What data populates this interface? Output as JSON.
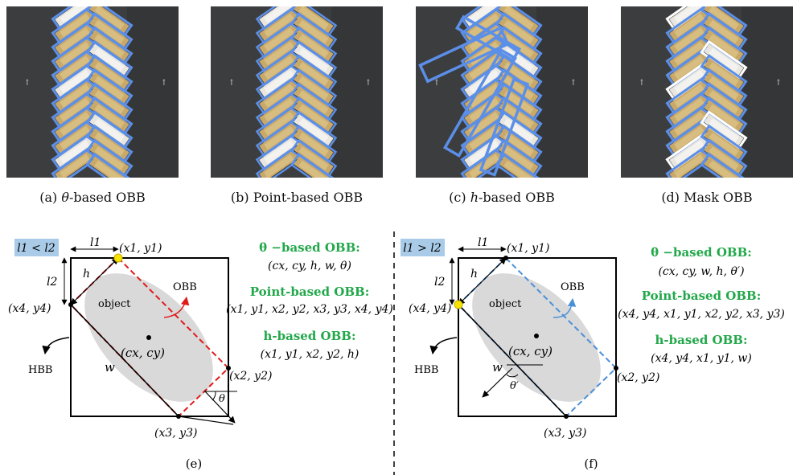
{
  "captions": {
    "a_prefix": "(a) ",
    "a_var": "θ",
    "a_rest": "-based OBB",
    "b": "(b) Point-based OBB",
    "c_prefix": "(c) ",
    "c_var": "h",
    "c_rest": "-based OBB",
    "d": "(d) Mask OBB",
    "e": "(e)",
    "f": "(f)"
  },
  "diagram_e": {
    "condition": "l1 < l2",
    "label_l1": "l1",
    "label_l2": "l2",
    "label_h": "h",
    "label_w": "w",
    "label_theta": "θ",
    "p1": "(x1, y1)",
    "p2": "(x2, y2)",
    "p3": "(x3, y3)",
    "p4": "(x4, y4)",
    "center": "(cx, cy)",
    "object": "object",
    "obb": "OBB",
    "hbb": "HBB",
    "theta_title": "θ −based OBB:",
    "theta_formula": "(cx, cy, h, w, θ)",
    "point_title": "Point-based OBB:",
    "point_formula": "(x1, y1, x2, y2, x3, y3, x4, y4)",
    "h_title": "h-based OBB:",
    "h_formula": "(x1, y1, x2, y2, h)"
  },
  "diagram_f": {
    "condition": "l1 > l2",
    "label_l1": "l1",
    "label_l2": "l2",
    "label_h": "h",
    "label_w": "w",
    "label_theta": "θ′",
    "p1": "(x1, y1)",
    "p2": "(x2, y2)",
    "p3": "(x3, y3)",
    "p4": "(x4, y4)",
    "center": "(cx, cy)",
    "object": "object",
    "obb": "OBB",
    "hbb": "HBB",
    "theta_title": "θ −based OBB:",
    "theta_formula": "(cx, cy, w, h, θ′)",
    "point_title": "Point-based OBB:",
    "point_formula": "(x4, y4, x1, y1, x2, y2, x3, y3)",
    "h_title": "h-based OBB:",
    "h_formula": "(x4, y4, x1, y1, w)"
  },
  "colors": {
    "green": "#22a84a",
    "red": "#e01b1b",
    "blue": "#4a90d9",
    "badge": "#a9cbe8",
    "ellipse": "#d9d9d9",
    "yellow": "#f5e400",
    "box_blue": "#5b8fe8",
    "box_white": "#ffffff"
  }
}
